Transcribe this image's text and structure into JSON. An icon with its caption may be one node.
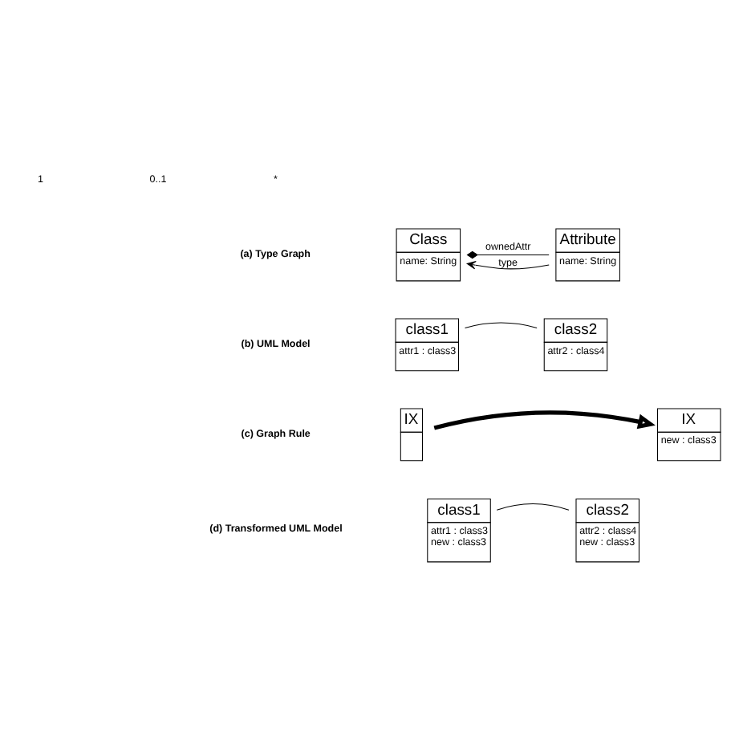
{
  "diagram": {
    "nodes": [
      {
        "text": [
          "Class",
          "name: String"
        ]
      },
      {
        "text": [
          "Attribute",
          "name: String"
        ]
      },
      {
        "text": [
          "class1",
          "attr1 : class3"
        ]
      },
      {
        "text": [
          "class2",
          "attr2 : class4"
        ]
      },
      {
        "text": [
          "IX"
        ]
      },
      {
        "text": [
          "IX",
          "new : class3"
        ]
      },
      {
        "text": [
          "class1",
          "attr1 : class3",
          "new : class3"
        ]
      },
      {
        "text": [
          "class2",
          "attr2 : class4",
          "new : class3"
        ]
      }
    ],
    "edges": [
      {
        "from": 1,
        "to": 0,
        "arrow": "to",
        "label": "type"
      },
      {
        "from": 0,
        "to": 1,
        "arrow": "other",
        "label": "ownedAttr"
      },
      {
        "from": 2,
        "to": 3,
        "arrow": "none"
      },
      {
        "from": 4,
        "to": 5,
        "arrow": "to",
        "style": "thick"
      },
      {
        "from": 6,
        "to": 7,
        "arrow": "none"
      }
    ],
    "labels": [
      "1",
      "0..1",
      "*",
      "(a) Type Graph",
      "(b) UML Model",
      "(c) Graph Rule",
      "(d) Transformed UML Model"
    ]
  }
}
